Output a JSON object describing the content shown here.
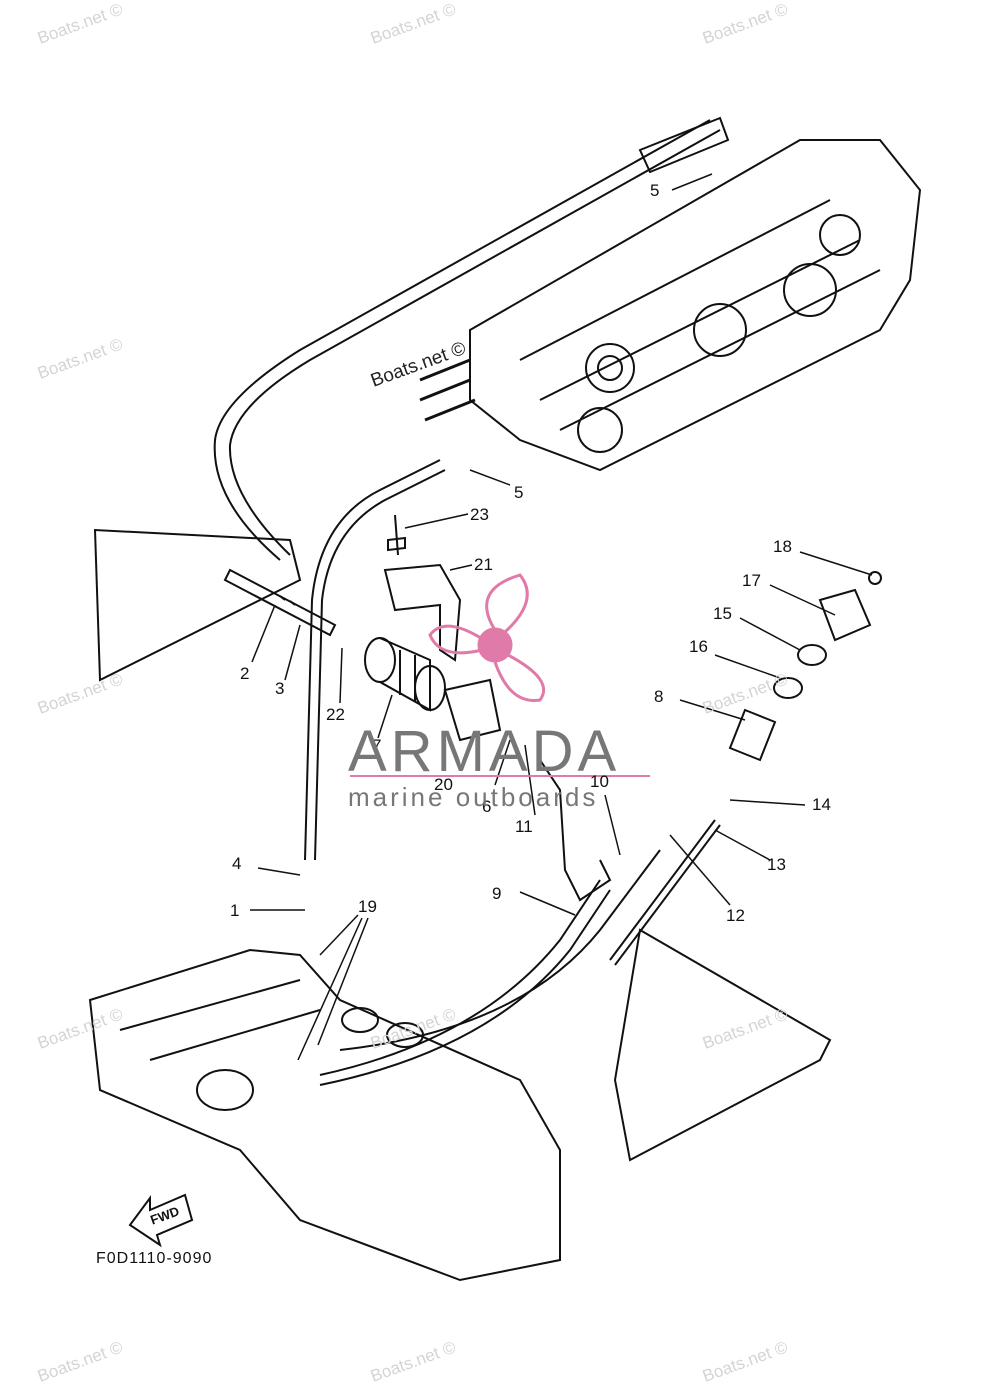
{
  "diagram": {
    "figure_code": "F0D1110-9090",
    "direction_label": "FWD",
    "callouts": [
      "1",
      "2",
      "3",
      "4",
      "5",
      "5",
      "6",
      "7",
      "8",
      "9",
      "10",
      "11",
      "12",
      "13",
      "14",
      "15",
      "16",
      "17",
      "18",
      "19",
      "20",
      "21",
      "22",
      "23"
    ]
  },
  "watermark": {
    "text": "Boats.net ©",
    "brand_name": "ARMADA",
    "brand_sub": "marine outboards",
    "brand_color": "#e07aa8"
  }
}
